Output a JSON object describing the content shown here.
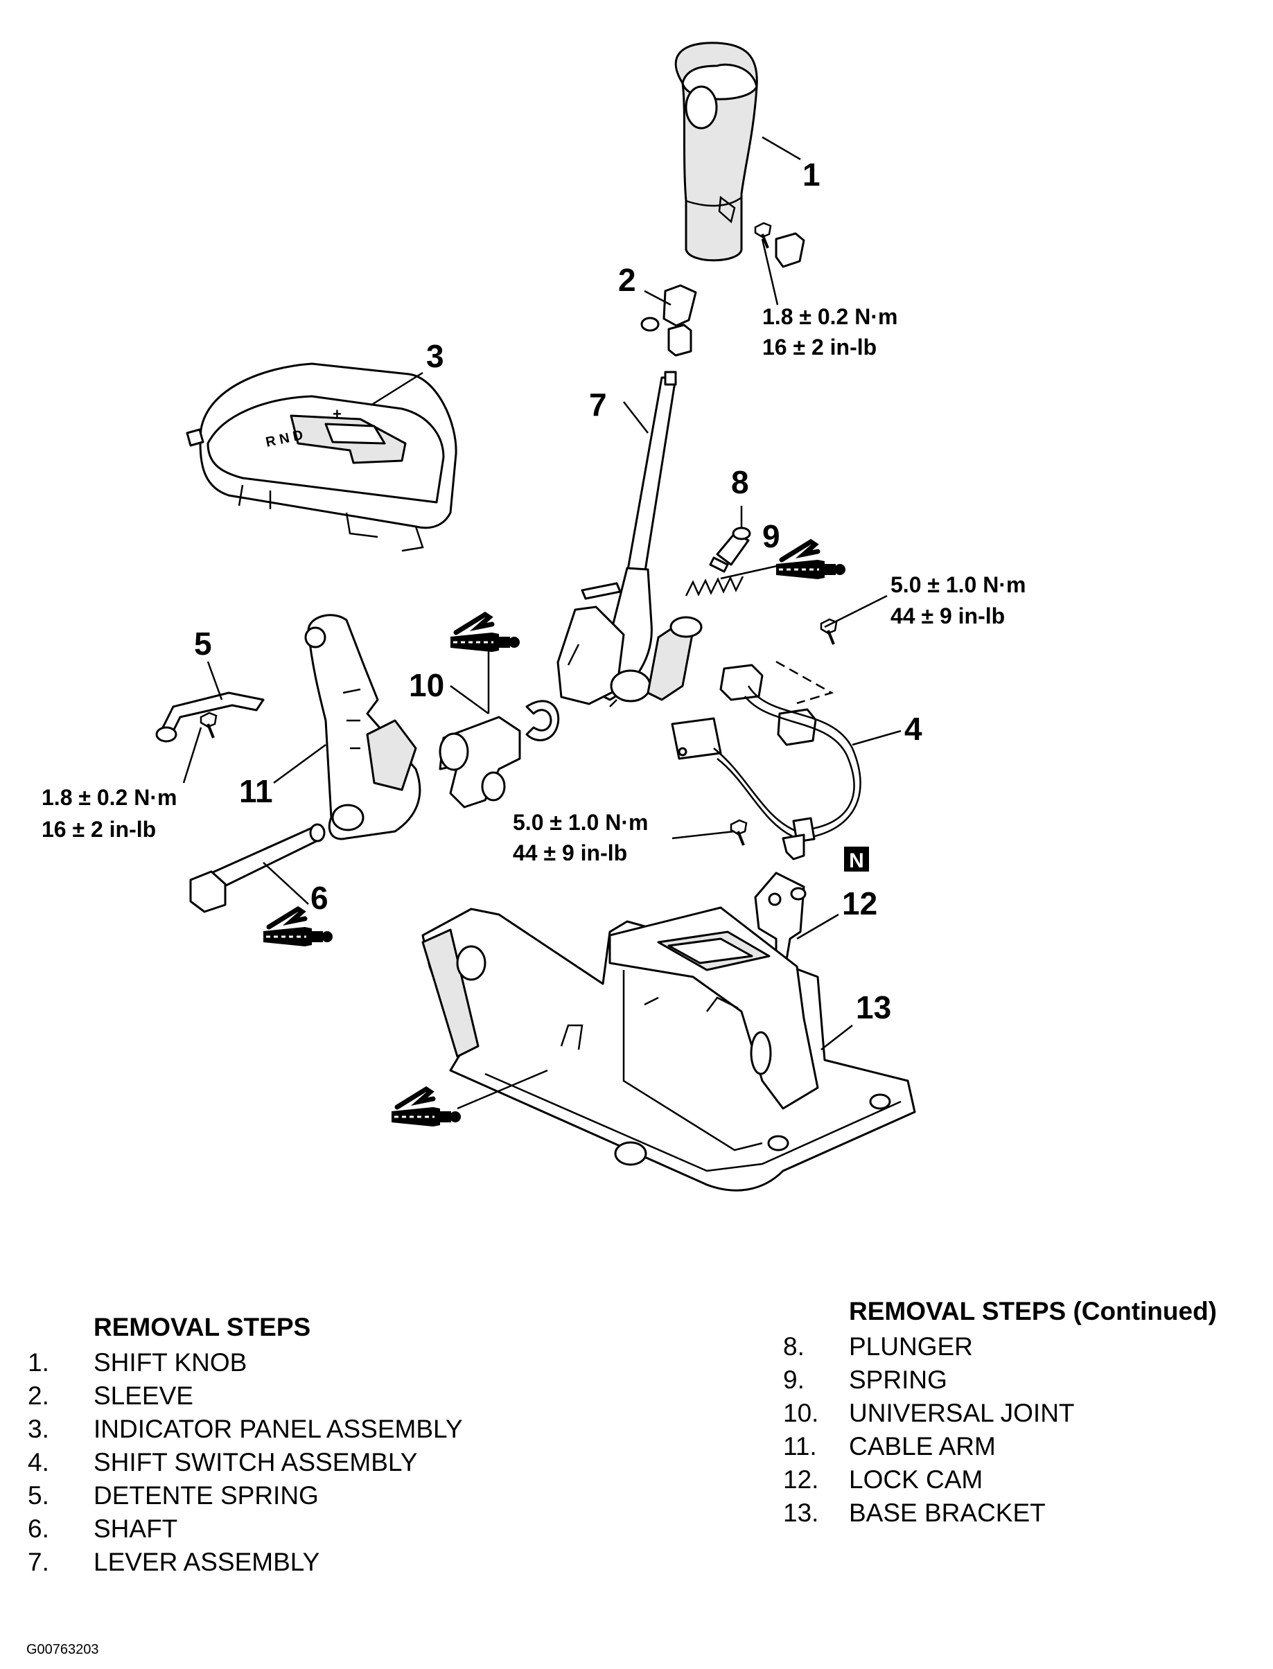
{
  "callouts": {
    "c1": "1",
    "c2": "2",
    "c3": "3",
    "c4": "4",
    "c5": "5",
    "c6": "6",
    "c7": "7",
    "c8": "8",
    "c9": "9",
    "c10": "10",
    "c11": "11",
    "c12": "12",
    "c13": "13",
    "n_badge": "N"
  },
  "torque": {
    "knob_nm": "1.8 ± 0.2 N·m",
    "knob_inlb": "16 ± 2 in-lb",
    "switch_top_nm": "5.0 ± 1.0 N·m",
    "switch_top_inlb": "44 ± 9 in-lb",
    "switch_bottom_nm": "5.0 ± 1.0 N·m",
    "switch_bottom_inlb": "44 ± 9 in-lb",
    "spring_nm": "1.8 ± 0.2 N·m",
    "spring_inlb": "16 ± 2 in-lb"
  },
  "removal_steps": {
    "heading": "REMOVAL STEPS",
    "items": [
      {
        "num": "1.",
        "label": "SHIFT KNOB"
      },
      {
        "num": "2.",
        "label": "SLEEVE"
      },
      {
        "num": "3.",
        "label": "INDICATOR PANEL ASSEMBLY"
      },
      {
        "num": "4.",
        "label": "SHIFT SWITCH ASSEMBLY"
      },
      {
        "num": "5.",
        "label": "DETENTE SPRING"
      },
      {
        "num": "6.",
        "label": "SHAFT"
      },
      {
        "num": "7.",
        "label": "LEVER ASSEMBLY"
      }
    ]
  },
  "removal_steps_continued": {
    "heading": "REMOVAL STEPS (Continued)",
    "items": [
      {
        "num": "8.",
        "label": "PLUNGER"
      },
      {
        "num": "9.",
        "label": "SPRING"
      },
      {
        "num": "10.",
        "label": "UNIVERSAL JOINT"
      },
      {
        "num": "11.",
        "label": "CABLE ARM"
      },
      {
        "num": "12.",
        "label": "LOCK CAM"
      },
      {
        "num": "13.",
        "label": "BASE BRACKET"
      }
    ]
  },
  "figure_id": "G00763203",
  "icons": [
    "grease-gun-icon"
  ]
}
